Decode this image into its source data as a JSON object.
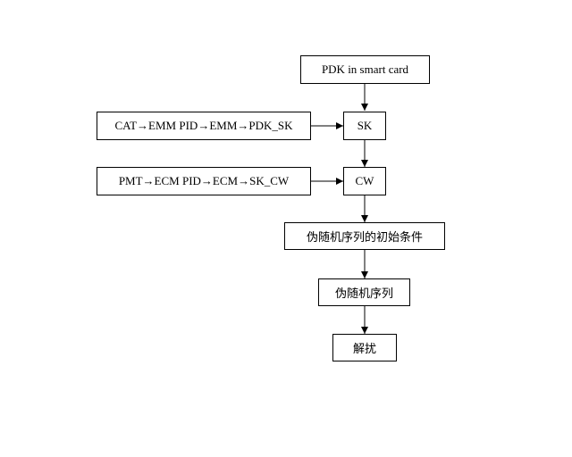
{
  "nodes": {
    "pdk": "PDK in smart card",
    "sk": "SK",
    "cat": "CAT→EMM PID→EMM→PDK_SK",
    "cw": "CW",
    "pmt": "PMT→ECM PID→ECM→SK_CW",
    "init": "伪随机序列的初始条件",
    "prbs": "伪随机序列",
    "descramble": "解扰"
  },
  "edges": [
    {
      "from": "pdk",
      "to": "sk"
    },
    {
      "from": "cat",
      "to": "sk"
    },
    {
      "from": "sk",
      "to": "cw"
    },
    {
      "from": "pmt",
      "to": "cw"
    },
    {
      "from": "cw",
      "to": "init"
    },
    {
      "from": "init",
      "to": "prbs"
    },
    {
      "from": "prbs",
      "to": "descramble"
    }
  ]
}
